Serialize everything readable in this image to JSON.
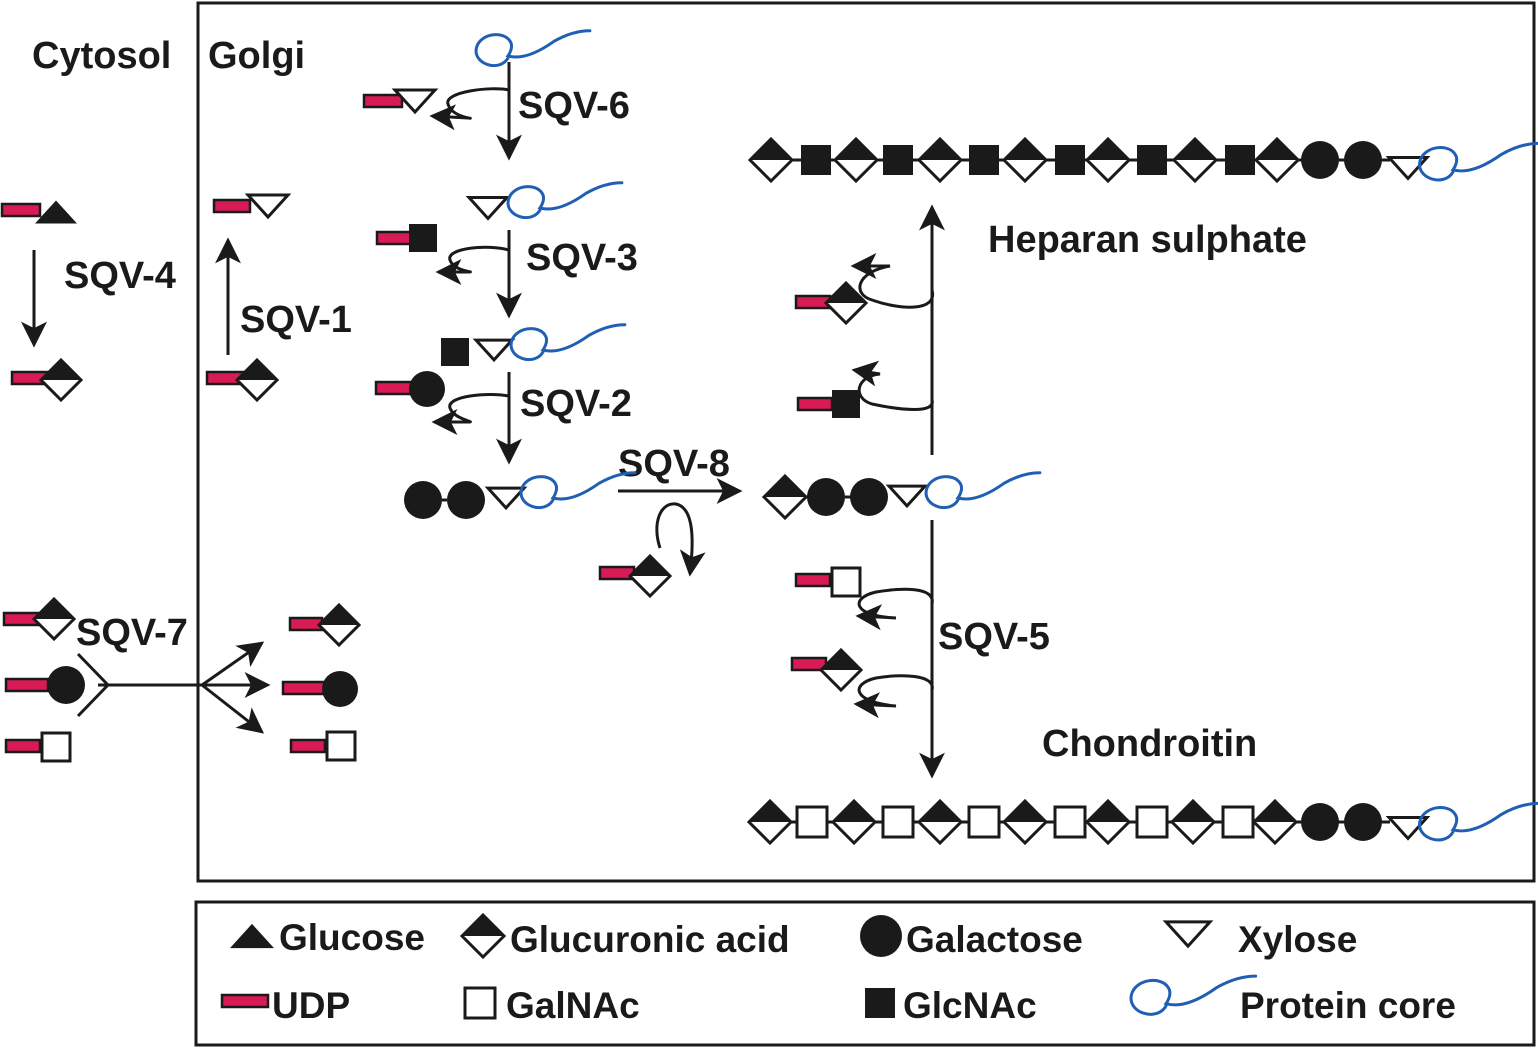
{
  "colors": {
    "udp": "#d81b55",
    "ink": "#1a1a1a",
    "protein": "#1f5fb4",
    "background": "#ffffff"
  },
  "compartments": {
    "cytosol": "Cytosol",
    "golgi": "Golgi"
  },
  "enzymes": {
    "sqv1": "SQV-1",
    "sqv2": "SQV-2",
    "sqv3": "SQV-3",
    "sqv4": "SQV-4",
    "sqv5": "SQV-5",
    "sqv6": "SQV-6",
    "sqv7": "SQV-7",
    "sqv8": "SQV-8"
  },
  "products": {
    "heparan": "Heparan sulphate",
    "chondroitin": "Chondroitin"
  },
  "legend": {
    "glucose": "Glucose",
    "glucuronic_acid": "Glucuronic acid",
    "galactose": "Galactose",
    "xylose": "Xylose",
    "udp": "UDP",
    "galnac": "GalNAc",
    "glcnac": "GlcNAc",
    "protein_core": "Protein core"
  },
  "icons": {
    "glucose": "filled-triangle",
    "glucuronic_acid": "half-filled-diamond",
    "galactose": "filled-circle",
    "xylose": "open-down-triangle",
    "udp": "pink-bar",
    "galnac": "open-square",
    "glcnac": "filled-square",
    "protein_core": "blue-squiggle"
  }
}
